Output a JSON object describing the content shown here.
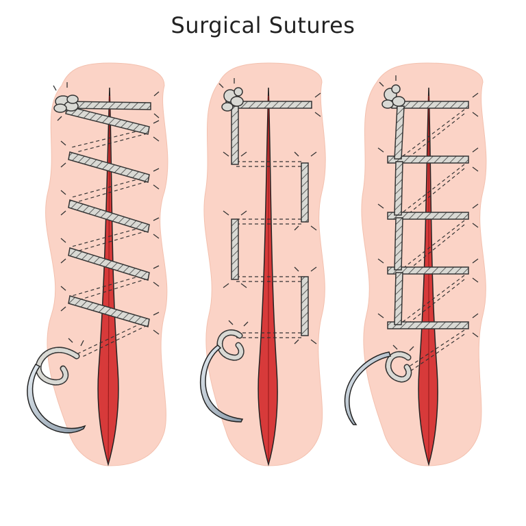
{
  "title": "Surgical Sutures",
  "colors": {
    "skin": "#fbd3c6",
    "skin_outline": "#f0b8a6",
    "wound": "#d73a3a",
    "wound_dark": "#9b1c1c",
    "thread": "#d9d9d4",
    "thread_stroke": "#333333",
    "needle": "#b9c6d2",
    "ink": "#333333"
  },
  "panels": [
    {
      "type": "continuous-running-suture",
      "stitches": 5
    },
    {
      "type": "horizontal-mattress-suture",
      "stitches": 3
    },
    {
      "type": "continuous-locking-suture",
      "stitches": 5
    }
  ]
}
